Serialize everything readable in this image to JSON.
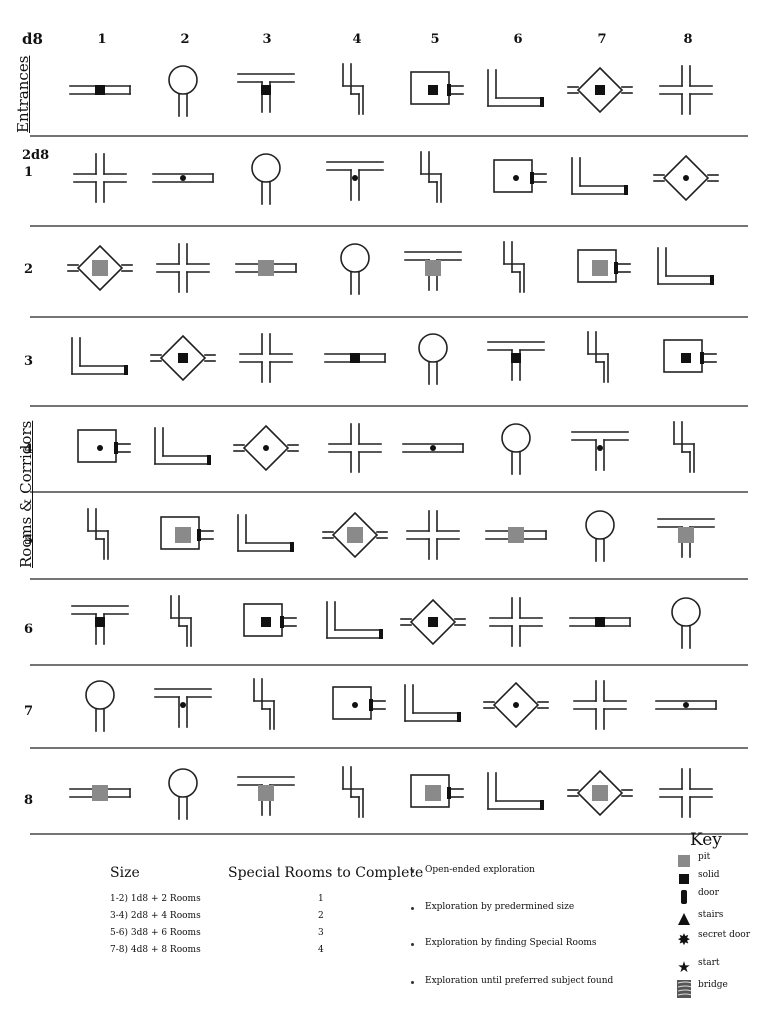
{
  "header": {
    "d8_label": "d8",
    "column_numbers": [
      "1",
      "2",
      "3",
      "4",
      "5",
      "6",
      "7",
      "8"
    ],
    "twod8_label": "2d8",
    "row_numbers": [
      "1",
      "2",
      "3",
      "4",
      "5",
      "6",
      "7",
      "8"
    ]
  },
  "sections": {
    "entrances_label": "Entrances",
    "rooms_label": "Rooms & Corridors"
  },
  "size": {
    "title": "Size",
    "rows": [
      "1-2)   1d8 + 2 Rooms",
      "3-4)   2d8 + 4 Rooms",
      "5-6)   3d8 + 6 Rooms",
      "7-8)   4d8 + 8 Rooms"
    ]
  },
  "special_rooms": {
    "title": "Special Rooms to Complete",
    "rows": [
      "1",
      "2",
      "3",
      "4"
    ]
  },
  "exploration": {
    "rows": [
      "Open-ended exploration",
      "Exploration by predermined size",
      "Exploration by finding Special Rooms",
      "Exploration until preferred subject found"
    ]
  },
  "key": {
    "title": "Key",
    "items": [
      {
        "icon": "pit-icon",
        "label": "pit"
      },
      {
        "icon": "solid-icon",
        "label": "solid"
      },
      {
        "icon": "door-icon",
        "label": "door"
      },
      {
        "icon": "stairs-icon",
        "label": "stairs"
      },
      {
        "icon": "secret-door-icon",
        "label": "secret door"
      },
      {
        "icon": "start-icon",
        "label": "start"
      },
      {
        "icon": "bridge-icon",
        "label": "bridge"
      }
    ],
    "colors": {
      "pit": "#8a8a8a",
      "solid": "#111111",
      "bridge": "#555555"
    }
  }
}
